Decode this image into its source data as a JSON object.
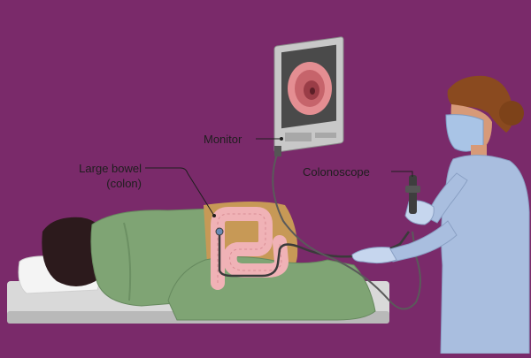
{
  "labels": {
    "monitor": "Monitor",
    "large_bowel_line1": "Large bowel",
    "large_bowel_line2": "(colon)",
    "colonoscope": "Colonoscope"
  },
  "colors": {
    "background": "#7a2a6a",
    "gown": "#7aa070",
    "skin_patient": "#c89a5a",
    "colon": "#f2b3b8",
    "bed": "#dcdcdc",
    "scrubs": "#a9bedf",
    "hair_patient": "#2a1a1a",
    "hair_doctor": "#8a4a1e",
    "monitor_frame": "#c9c9c9",
    "scope_cable": "#3a3a3a"
  }
}
